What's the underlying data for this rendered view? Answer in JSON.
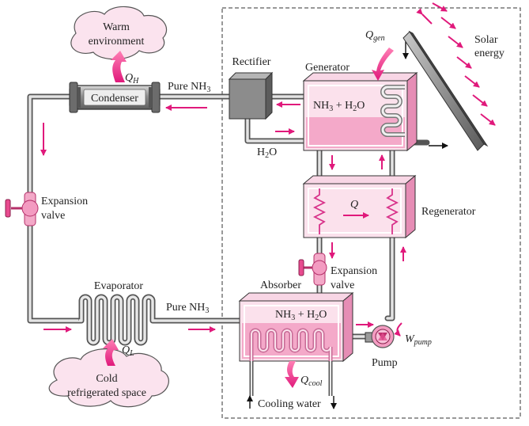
{
  "labels": {
    "warm_env_line1": "Warm",
    "warm_env_line2": "environment",
    "qh": "Q",
    "qh_sub": "H",
    "condenser": "Condenser",
    "pure_nh3_top": "Pure NH",
    "pure_nh3_top_sub": "3",
    "rectifier": "Rectifier",
    "generator": "Generator",
    "qgen": "Q",
    "qgen_sub": "gen",
    "solar_line1": "Solar",
    "solar_line2": "energy",
    "gen_mix_a": "NH",
    "gen_mix_a_sub": "3",
    "gen_mix_b": " + H",
    "gen_mix_b_sub": "2",
    "gen_mix_c": "O",
    "h2o_a": "H",
    "h2o_sub": "2",
    "h2o_b": "O",
    "expansion_left_line1": "Expansion",
    "expansion_left_line2": "valve",
    "regenerator": "Regenerator",
    "regen_q": "Q",
    "expansion_right_line1": "Expansion",
    "expansion_right_line2": "valve",
    "evaporator": "Evaporator",
    "pure_nh3_bottom": "Pure NH",
    "pure_nh3_bottom_sub": "3",
    "absorber": "Absorber",
    "abs_mix_a": "NH",
    "abs_mix_a_sub": "3",
    "abs_mix_b": " + H",
    "abs_mix_b_sub": "2",
    "abs_mix_c": "O",
    "ql": "Q",
    "ql_sub": "L",
    "cold_line1": "Cold",
    "cold_line2": "refrigerated space",
    "qcool": "Q",
    "qcool_sub": "cool",
    "wpump": "W",
    "wpump_sub": "pump",
    "pump": "Pump",
    "cooling_water": "Cooling water"
  },
  "colors": {
    "accent_flow": "#e0197b",
    "tank_fill": "#f6c9dc",
    "tank_liquid": "#f19ec3",
    "cloud_fill": "#fbe3ee",
    "pipe": "#555555",
    "condenser_body": "#9a9a9a",
    "rectifier_body": "#8c8c8c",
    "solar_panel": "#7f7f7f"
  }
}
